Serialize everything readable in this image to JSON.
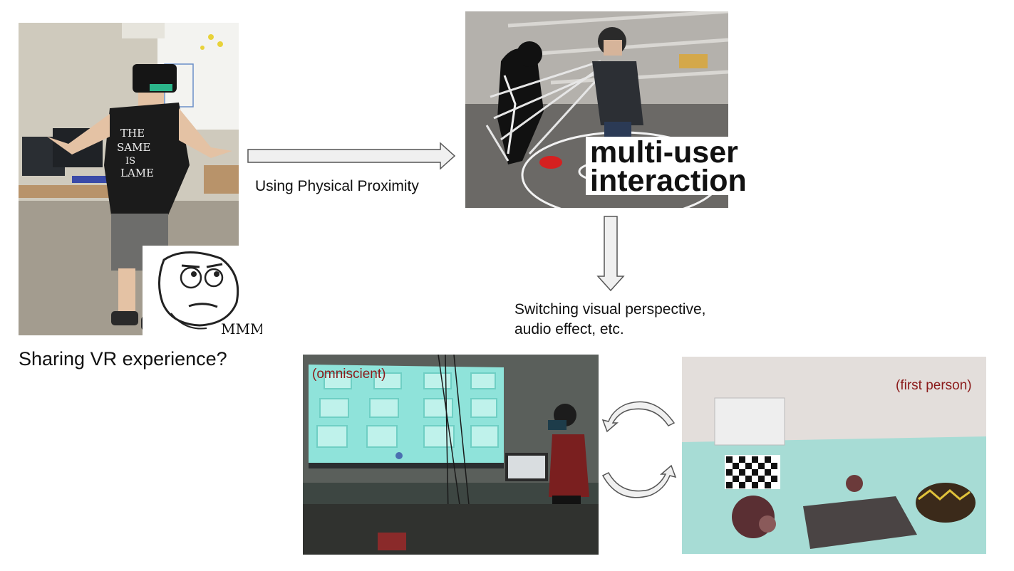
{
  "captions": {
    "proximity": "Using Physical Proximity",
    "sharing": "Sharing VR experience?",
    "switching_line1": "Switching visual perspective,",
    "switching_line2": "audio effect, etc."
  },
  "photo_overlays": {
    "multi_user_line1": "multi-user",
    "multi_user_line2": "interaction",
    "omniscient": "(omniscient)",
    "first_person": "(first person)",
    "meme_text": "MMM",
    "shirt_text": "THE SAME IS LAME"
  },
  "colors": {
    "arrow_fill": "#f0f0f0",
    "arrow_stroke": "#555555",
    "tag_red": "#8b1a1a",
    "projection_cyan": "#8fe3da"
  }
}
